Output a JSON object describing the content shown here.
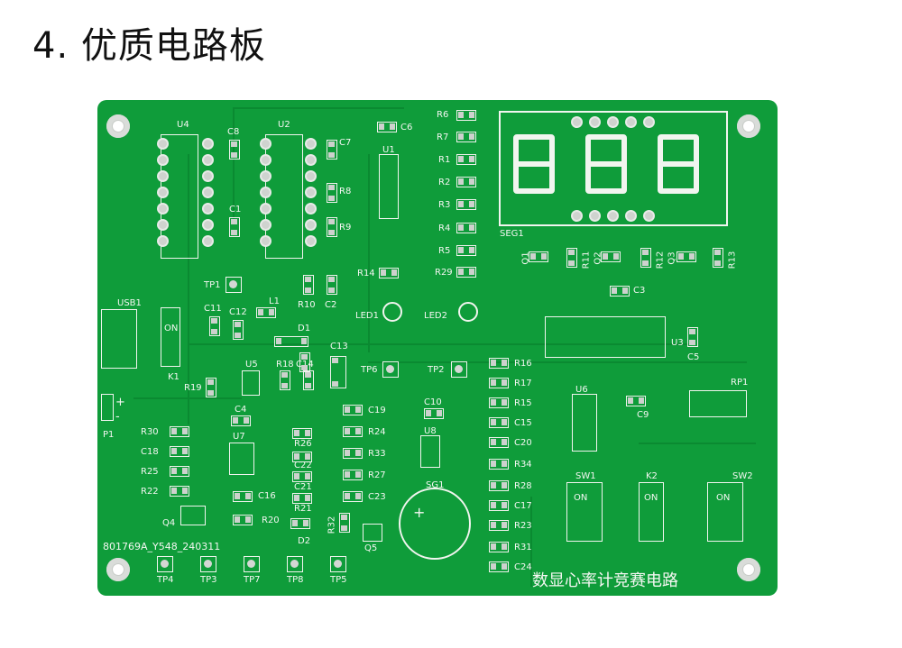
{
  "heading": "4. 优质电路板",
  "board_caption": "数显心率计竞赛电路",
  "board_code": "801769A_Y548_240311",
  "labels": {
    "U4": "U4",
    "U2": "U2",
    "U1": "U1",
    "U3": "U3",
    "U5": "U5",
    "U6": "U6",
    "U7": "U7",
    "U8": "U8",
    "C6": "C6",
    "C8": "C8",
    "C7": "C7",
    "C1": "C1",
    "C2": "C2",
    "C3": "C3",
    "C4": "C4",
    "C5": "C5",
    "C9": "C9",
    "C10": "C10",
    "C11": "C11",
    "C12": "C12",
    "C13": "C13",
    "C14": "C14",
    "C15": "C15",
    "C16": "C16",
    "C17": "C17",
    "C18": "C18",
    "C19": "C19",
    "C20": "C20",
    "C21": "C21",
    "C22": "C22",
    "C23": "C23",
    "C24": "C24",
    "R1": "R1",
    "R2": "R2",
    "R3": "R3",
    "R4": "R4",
    "R5": "R5",
    "R6": "R6",
    "R7": "R7",
    "R8": "R8",
    "R9": "R9",
    "R10": "R10",
    "R11": "R11",
    "R12": "R12",
    "R13": "R13",
    "R14": "R14",
    "R15": "R15",
    "R16": "R16",
    "R17": "R17",
    "R18": "R18",
    "R19": "R19",
    "R20": "R20",
    "R21": "R21",
    "R22": "R22",
    "R23": "R23",
    "R24": "R24",
    "R25": "R25",
    "R26": "R26",
    "R27": "R27",
    "R28": "R28",
    "R29": "R29",
    "R30": "R30",
    "R31": "R31",
    "R32": "R32",
    "R33": "R33",
    "R34": "R34",
    "Q1": "Q1",
    "Q2": "Q2",
    "Q3": "Q3",
    "Q4": "Q4",
    "Q5": "Q5",
    "D1": "D1",
    "D2": "D2",
    "L1": "L1",
    "LED1": "LED1",
    "LED2": "LED2",
    "SEG1": "SEG1",
    "SG1": "SG1",
    "TP1": "TP1",
    "TP2": "TP2",
    "TP3": "TP3",
    "TP4": "TP4",
    "TP5": "TP5",
    "TP6": "TP6",
    "TP7": "TP7",
    "TP8": "TP8",
    "USB1": "USB1",
    "K1": "K1",
    "K2": "K2",
    "SW1": "SW1",
    "SW2": "SW2",
    "RP1": "RP1",
    "P1": "P1",
    "ON": "ON",
    "plus": "+",
    "minus": "-"
  },
  "colors": {
    "board": "#0f9c3a",
    "silk": "#f4f7f2",
    "pad": "#c9ccc9"
  }
}
